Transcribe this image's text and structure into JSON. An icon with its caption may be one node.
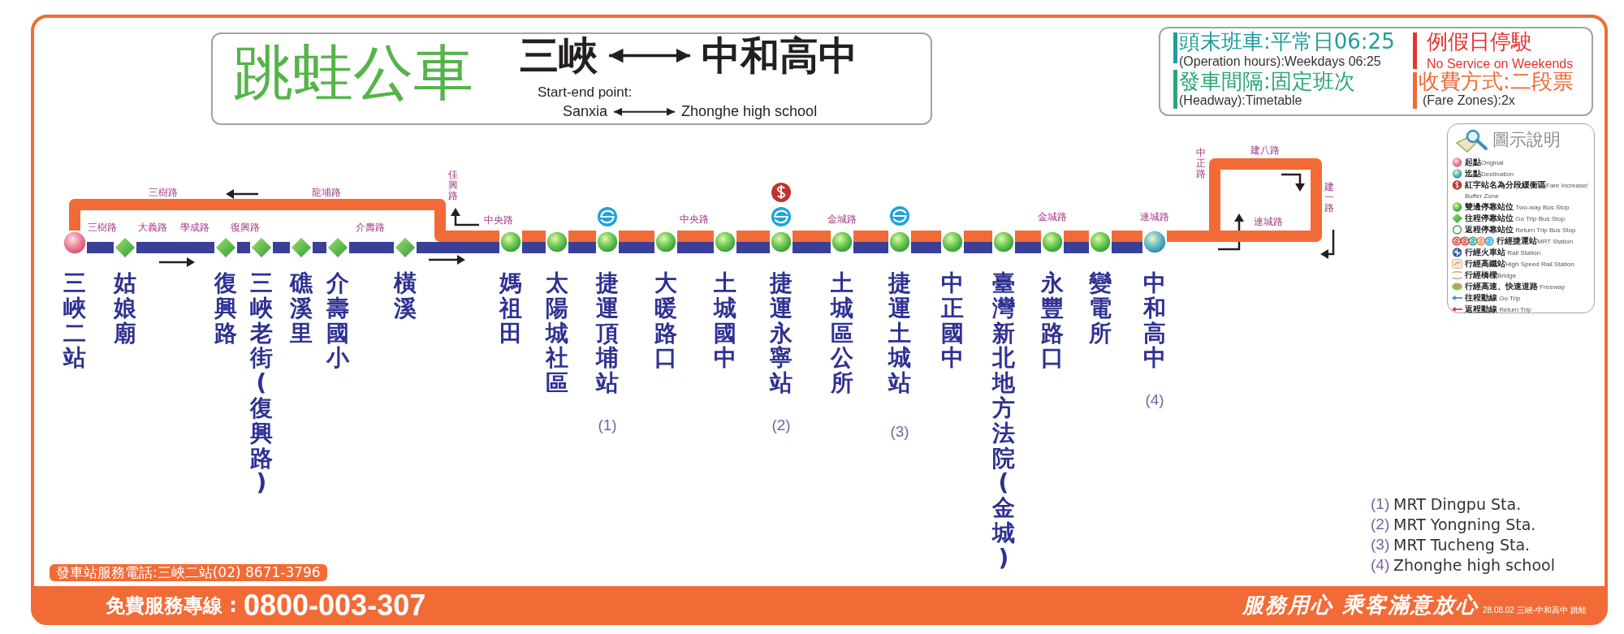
{
  "diagram": {
    "title": "跳蛙公車",
    "nodes": [
      {
        "text": [
          "三峽"
        ]
      },
      {
        "text": [
          "中和高中"
        ]
      },
      {
        "text": [
          "Sanxia"
        ]
      },
      {
        "text": [
          "Zhonghe high school"
        ]
      },
      {
        "text": [
          "三峽二站"
        ]
      },
      {
        "text": [
          "姑娘廟"
        ]
      },
      {
        "text": [
          "復興路"
        ]
      },
      {
        "text": [
          "三峽老街(復興路)"
        ]
      },
      {
        "text": [
          "礁溪里"
        ]
      },
      {
        "text": [
          "介壽國小"
        ]
      },
      {
        "text": [
          "橫溪"
        ]
      },
      {
        "text": [
          "媽祖田"
        ]
      },
      {
        "text": [
          "太陽城社區"
        ]
      },
      {
        "text": [
          "捷運頂埔站"
        ]
      },
      {
        "text": [
          "大暖路口"
        ]
      },
      {
        "text": [
          "土城國中"
        ]
      },
      {
        "text": [
          "捷運永寧站"
        ]
      },
      {
        "text": [
          "土城區公所"
        ]
      },
      {
        "text": [
          "捷運土城站"
        ]
      },
      {
        "text": [
          "中正國中"
        ]
      },
      {
        "text": [
          "臺灣新北地方法院(金城)"
        ]
      },
      {
        "text": [
          "永豐路口"
        ]
      },
      {
        "text": [
          "變電所"
        ]
      },
      {
        "text": [
          "中和高中"
        ]
      }
    ],
    "edges": [
      {
        "from": 0,
        "to": 1,
        "arrow": "both",
        "color": "#231f20"
      },
      {
        "from": 2,
        "to": 3,
        "arrow": "both",
        "color": "#231f20"
      },
      {
        "from": 4,
        "to": 5,
        "arrow": "none"
      },
      {
        "from": 5,
        "to": 6,
        "arrow": "none"
      },
      {
        "from": 6,
        "to": 7,
        "arrow": "none"
      },
      {
        "from": 7,
        "to": 8,
        "arrow": "none"
      },
      {
        "from": 8,
        "to": 9,
        "arrow": "none"
      },
      {
        "from": 9,
        "to": 10,
        "arrow": "none"
      },
      {
        "from": 10,
        "to": 11,
        "arrow": "none"
      },
      {
        "from": 11,
        "to": 12,
        "arrow": "none"
      },
      {
        "from": 12,
        "to": 13,
        "arrow": "none"
      },
      {
        "from": 13,
        "to": 14,
        "arrow": "none"
      },
      {
        "from": 14,
        "to": 15,
        "arrow": "none"
      },
      {
        "from": 15,
        "to": 16,
        "arrow": "none"
      },
      {
        "from": 16,
        "to": 17,
        "arrow": "none"
      },
      {
        "from": 17,
        "to": 18,
        "arrow": "none"
      },
      {
        "from": 18,
        "to": 19,
        "arrow": "none"
      },
      {
        "from": 19,
        "to": 20,
        "arrow": "none"
      },
      {
        "from": 20,
        "to": 21,
        "arrow": "none"
      },
      {
        "from": 21,
        "to": 22,
        "arrow": "none"
      },
      {
        "from": 22,
        "to": 23,
        "arrow": "none"
      },
      {
        "from": 11,
        "to": 12,
        "arrow": "none",
        "color": "#f26b36"
      },
      {
        "from": 12,
        "to": 13,
        "arrow": "none",
        "color": "#f26b36"
      },
      {
        "from": 13,
        "to": 14,
        "arrow": "none",
        "color": "#f26b36"
      },
      {
        "from": 14,
        "to": 15,
        "arrow": "none",
        "color": "#f26b36"
      },
      {
        "from": 15,
        "to": 16,
        "arrow": "none",
        "color": "#f26b36"
      },
      {
        "from": 16,
        "to": 17,
        "arrow": "none",
        "color": "#f26b36"
      },
      {
        "from": 17,
        "to": 18,
        "arrow": "none",
        "color": "#f26b36"
      },
      {
        "from": 18,
        "to": 19,
        "arrow": "none",
        "color": "#f26b36"
      },
      {
        "from": 19,
        "to": 20,
        "arrow": "none",
        "color": "#f26b36"
      },
      {
        "from": 20,
        "to": 21,
        "arrow": "none",
        "color": "#f26b36"
      },
      {
        "from": 21,
        "to": 22,
        "arrow": "none",
        "color": "#f26b36"
      },
      {
        "from": 22,
        "to": 23,
        "arrow": "none",
        "color": "#f26b36"
      },
      {
        "from": 11,
        "to": 4,
        "arrow": "none",
        "color": "#f26b36"
      },
      {
        "from": 23,
        "to": null,
        "arrow": "none",
        "color": "#f26b36"
      }
    ],
    "labels": [
      "Start-end point:",
      "頭末班車:平常日06:25",
      "(Operation hours):Weekdays 06:25",
      "例假日停駛",
      "No Service on Weekends",
      "發車間隔:固定班次",
      "(Headway):Timetable",
      "收費方式:二段票",
      "(Fare Zones):2x",
      "圖示說明",
      "三樹路",
      "龍埔路",
      "佳興路",
      "中正路",
      "建八路",
      "建一路",
      "三樹路",
      "大義路",
      "學成路",
      "復興路",
      "介壽路",
      "中央路",
      "中央路",
      "金城路",
      "金城路",
      "連城路",
      "連城路",
      "(1)",
      "(2)",
      "(3)",
      "(4)",
      "(1)",
      "MRT Dingpu Sta.",
      "(2)",
      "MRT Yongning Sta.",
      "(3)",
      "MRT Tucheng Sta.",
      "(4)",
      "Zhonghe high school",
      "發車站服務電話:三峽二站(02) 8671-3796",
      "免費服務專線 :",
      "0800-003-307",
      "服務用心 乘客滿意放心",
      "28.08.02 三峽-中和高中 跳蛙"
    ],
    "legend": [
      {
        "text": "**起點**Original"
      },
      {
        "text": "**迄點**Destination"
      },
      {
        "text": "**紅字站名為分段緩衝區**Fare Increase/ Buffer Zone"
      },
      {
        "text": "**雙邊停靠站位** Two-way Bus Stop"
      },
      {
        "text": "**往程停靠站位** Go Trip Bus Stop"
      },
      {
        "text": "**返程停靠站位** Return Trip Bus Stop"
      },
      {
        "text": "**行經捷運站**MRT Station"
      },
      {
        "text": "**行經火車站** Rail Station"
      },
      {
        "text": "**行經高鐵站**High Speed Rail Station"
      },
      {
        "text": "**行經橋樑**Bridge"
      },
      {
        "text": "**行經高速、快速道路** Freeway"
      },
      {
        "text": "**往程動線** Go Trip"
      },
      {
        "text": "**返程動線** Return Trip"
      }
    ]
  }
}
